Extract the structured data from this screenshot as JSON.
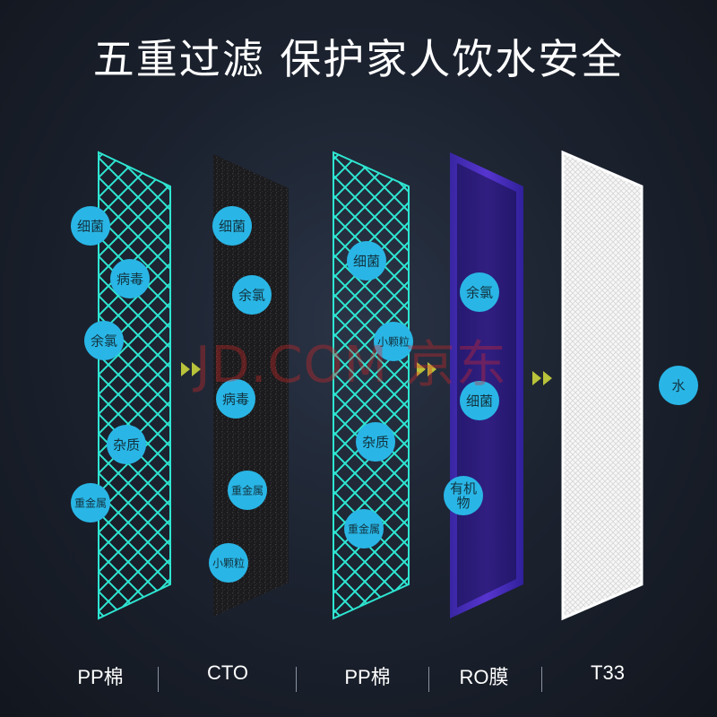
{
  "title": "五重过滤 保护家人饮水安全",
  "watermark": "JD.COM 京东",
  "colors": {
    "accent": "#29b6e6",
    "mesh": "#2ee6d2",
    "ro_purple": "#5a36d8",
    "arrow": "#b8c23a"
  },
  "layers": [
    {
      "name": "PP棉",
      "impurities": [
        "细菌",
        "病毒",
        "余氯",
        "杂质",
        "重金属"
      ]
    },
    {
      "name": "CTO",
      "impurities": [
        "细菌",
        "余氯",
        "病毒",
        "重金属",
        "小颗粒"
      ]
    },
    {
      "name": "PP棉",
      "impurities": [
        "细菌",
        "小颗粒",
        "杂质",
        "重金属"
      ]
    },
    {
      "name": "RO膜",
      "impurities": [
        "余氯",
        "细菌",
        "有机物"
      ]
    },
    {
      "name": "T33",
      "impurities": []
    }
  ],
  "output": "水"
}
